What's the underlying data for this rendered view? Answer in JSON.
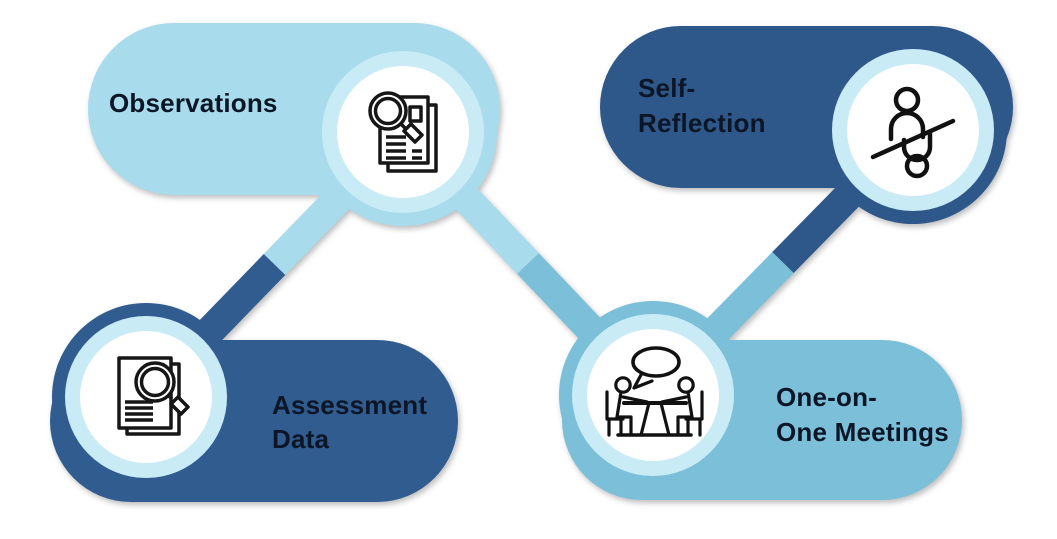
{
  "diagram": {
    "background_color": "#ffffff",
    "text_color": "#0d1626",
    "ring_color": "#c9ebf5",
    "icon_stroke_color": "#161616",
    "nodes": [
      {
        "id": "observations",
        "label": "Observations",
        "icon": "document-magnifier-icon",
        "pill_color": "#a8dbeb",
        "side": "circle-right"
      },
      {
        "id": "self-reflection",
        "label": "Self-\nReflection",
        "icon": "person-reflection-icon",
        "pill_color": "#2e578a",
        "side": "circle-right"
      },
      {
        "id": "assessment-data",
        "label": "Assessment\nData",
        "icon": "document-search-icon",
        "pill_color": "#315c90",
        "side": "circle-left"
      },
      {
        "id": "one-on-one-meetings",
        "label": "One-on-\nOne Meetings",
        "icon": "meeting-discussion-icon",
        "pill_color": "#7cbfd9",
        "side": "circle-left"
      }
    ],
    "connectors": [
      {
        "from": "observations",
        "to": "assessment-data",
        "from_color": "#a8dbeb",
        "to_color": "#315c90"
      },
      {
        "from": "observations",
        "to": "one-on-one-meetings",
        "from_color": "#a8dbeb",
        "to_color": "#7cbfd9"
      },
      {
        "from": "one-on-one-meetings",
        "to": "self-reflection",
        "from_color": "#7cbfd9",
        "to_color": "#2e578a"
      }
    ]
  }
}
